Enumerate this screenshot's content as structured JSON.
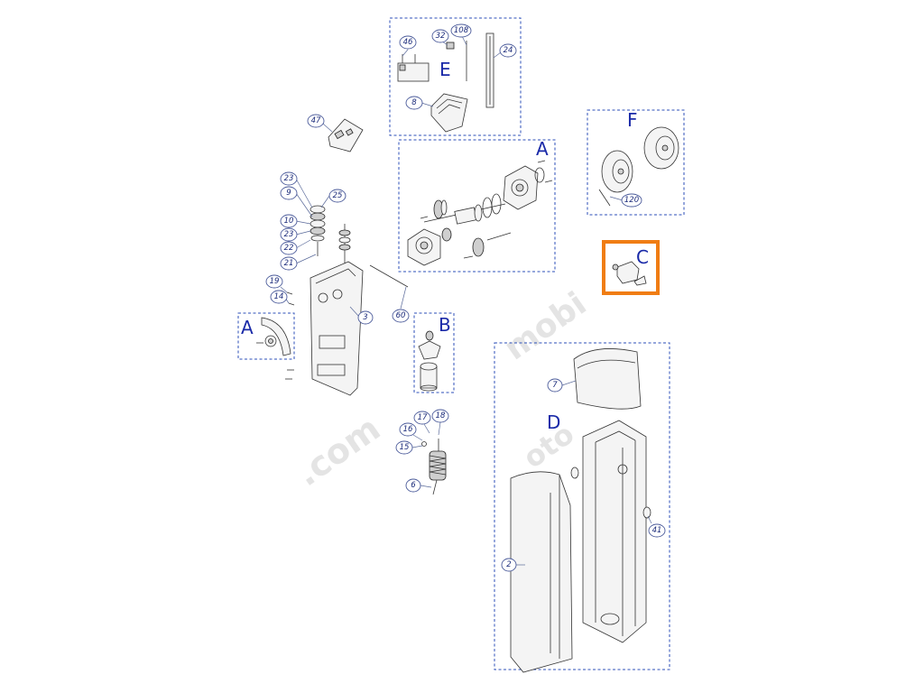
{
  "groups": {
    "E": "E",
    "A_top": "A",
    "F": "F",
    "C": "C",
    "A_left": "A",
    "B": "B",
    "D": "D"
  },
  "callouts": {
    "c46": "46",
    "c32": "32",
    "c108": "108",
    "c24": "24",
    "c8": "8",
    "c47": "47",
    "c23a": "23",
    "c9": "9",
    "c25": "25",
    "c10": "10",
    "c23b": "23",
    "c22": "22",
    "c21": "21",
    "c19": "19",
    "c14": "14",
    "c3": "3",
    "c60": "60",
    "c120": "120",
    "c7": "7",
    "c17": "17",
    "c18": "18",
    "c16": "16",
    "c15": "15",
    "c6": "6",
    "c2": "2",
    "c41": "41"
  },
  "colors": {
    "group_border": "#2c4fb8",
    "group_letter": "#1a2aa8",
    "highlight": "#f07d14"
  }
}
